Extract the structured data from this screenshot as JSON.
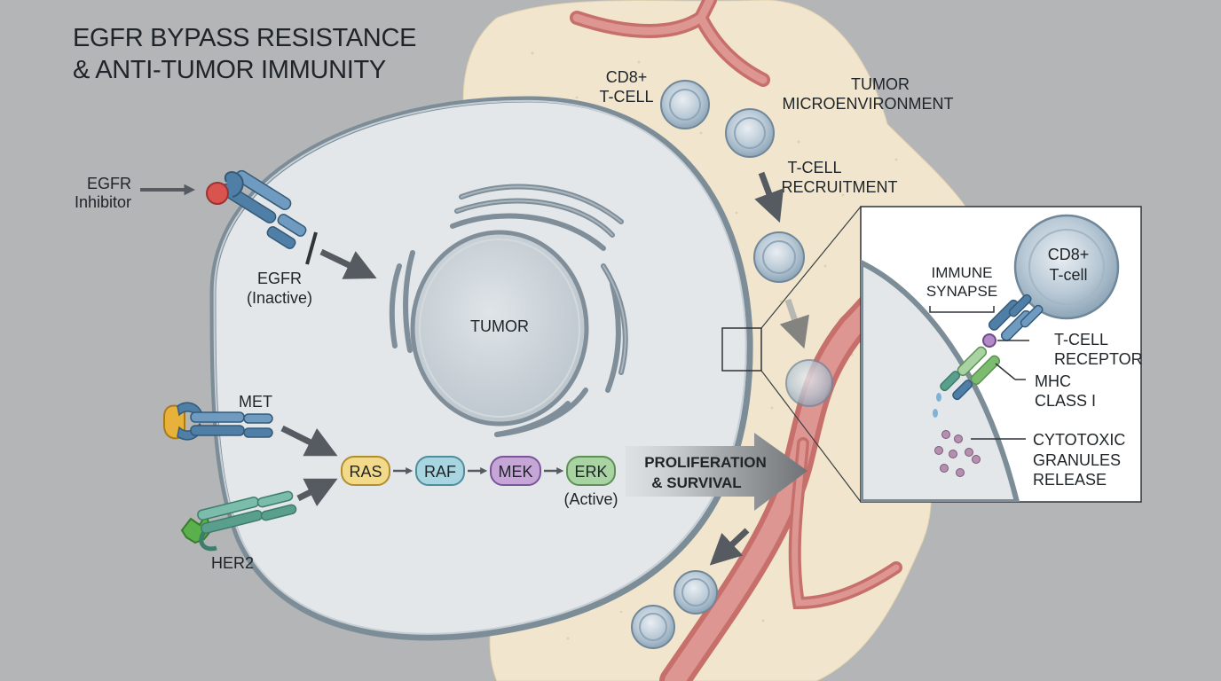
{
  "title": {
    "line1": "EGFR BYPASS RESISTANCE",
    "line2": "& ANTI-TUMOR IMMUNITY"
  },
  "labels": {
    "egfr_inhibitor": [
      "EGFR",
      "Inhibitor"
    ],
    "egfr_inactive": [
      "EGFR",
      "(Inactive)"
    ],
    "tumor": "TUMOR",
    "met": "MET",
    "her2": "HER2",
    "cd8_tcell": [
      "CD8+",
      "T-CELL"
    ],
    "tumor_microenvironment": [
      "TUMOR",
      "MICROENVIRONMENT"
    ],
    "tcell_recruitment": [
      "T-CELL",
      "RECRUITMENT"
    ],
    "erk_active": "(Active)",
    "proliferation": [
      "PROLIFERATION",
      "& SURVIVAL"
    ]
  },
  "pathway": [
    {
      "name": "RAS",
      "color": "#f3d98a",
      "stroke": "#b08f2e"
    },
    {
      "name": "RAF",
      "color": "#a8d5df",
      "stroke": "#4d8e9c"
    },
    {
      "name": "MEK",
      "color": "#c6a6d6",
      "stroke": "#7a559a"
    },
    {
      "name": "ERK",
      "color": "#a9d3a2",
      "stroke": "#5b9152"
    }
  ],
  "inset": {
    "cd8_tcell": [
      "CD8+",
      "T-cell"
    ],
    "immune_synapse": [
      "IMMUNE",
      "SYNAPSE"
    ],
    "tcell_receptor": [
      "T-CELL",
      "RECEPTOR"
    ],
    "mhc_class": [
      "MHC",
      "CLASS I"
    ],
    "granules": [
      "CYTOTOXIC",
      "GRANULES",
      "RELEASE"
    ]
  },
  "colors": {
    "background": "#b3b5b7",
    "tissue": "#f1e6cd",
    "cell": "#e3e7ea",
    "membrane": "#7d8d98",
    "vessel": "#d98a86",
    "receptor_blue": "#4f7fa6",
    "receptor_green": "#5a9e8c",
    "inhibitor": "#d9534f"
  }
}
